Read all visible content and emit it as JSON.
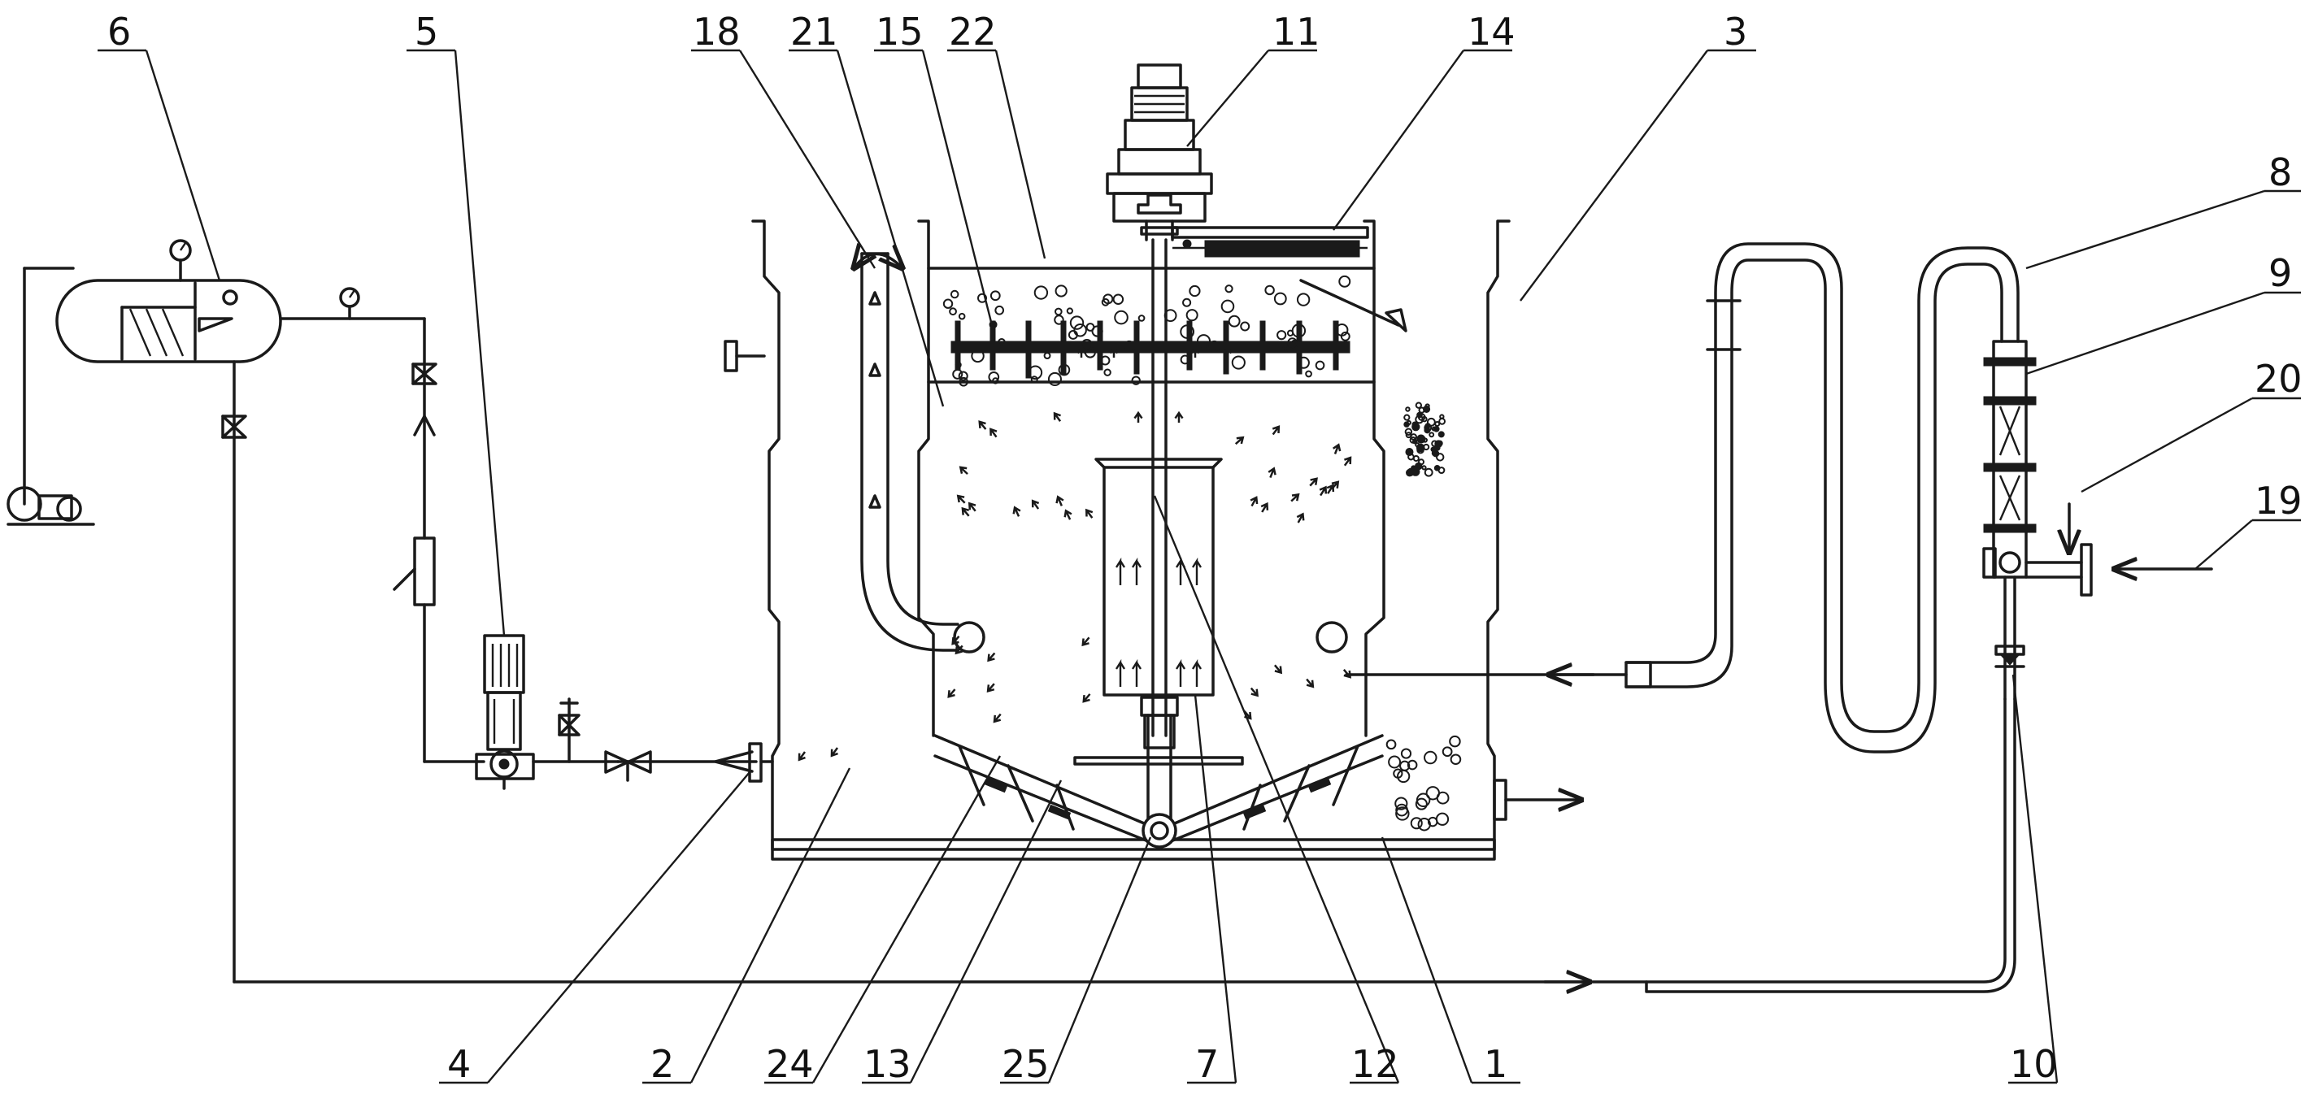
{
  "callouts": {
    "c1": "1",
    "c2": "2",
    "c3": "3",
    "c4": "4",
    "c5": "5",
    "c6": "6",
    "c7": "7",
    "c8": "8",
    "c9": "9",
    "c10": "10",
    "c11": "11",
    "c12": "12",
    "c13": "13",
    "c14": "14",
    "c15": "15",
    "c18": "18",
    "c19": "19",
    "c20": "20",
    "c21": "21",
    "c22": "22",
    "c24": "24",
    "c25": "25"
  }
}
